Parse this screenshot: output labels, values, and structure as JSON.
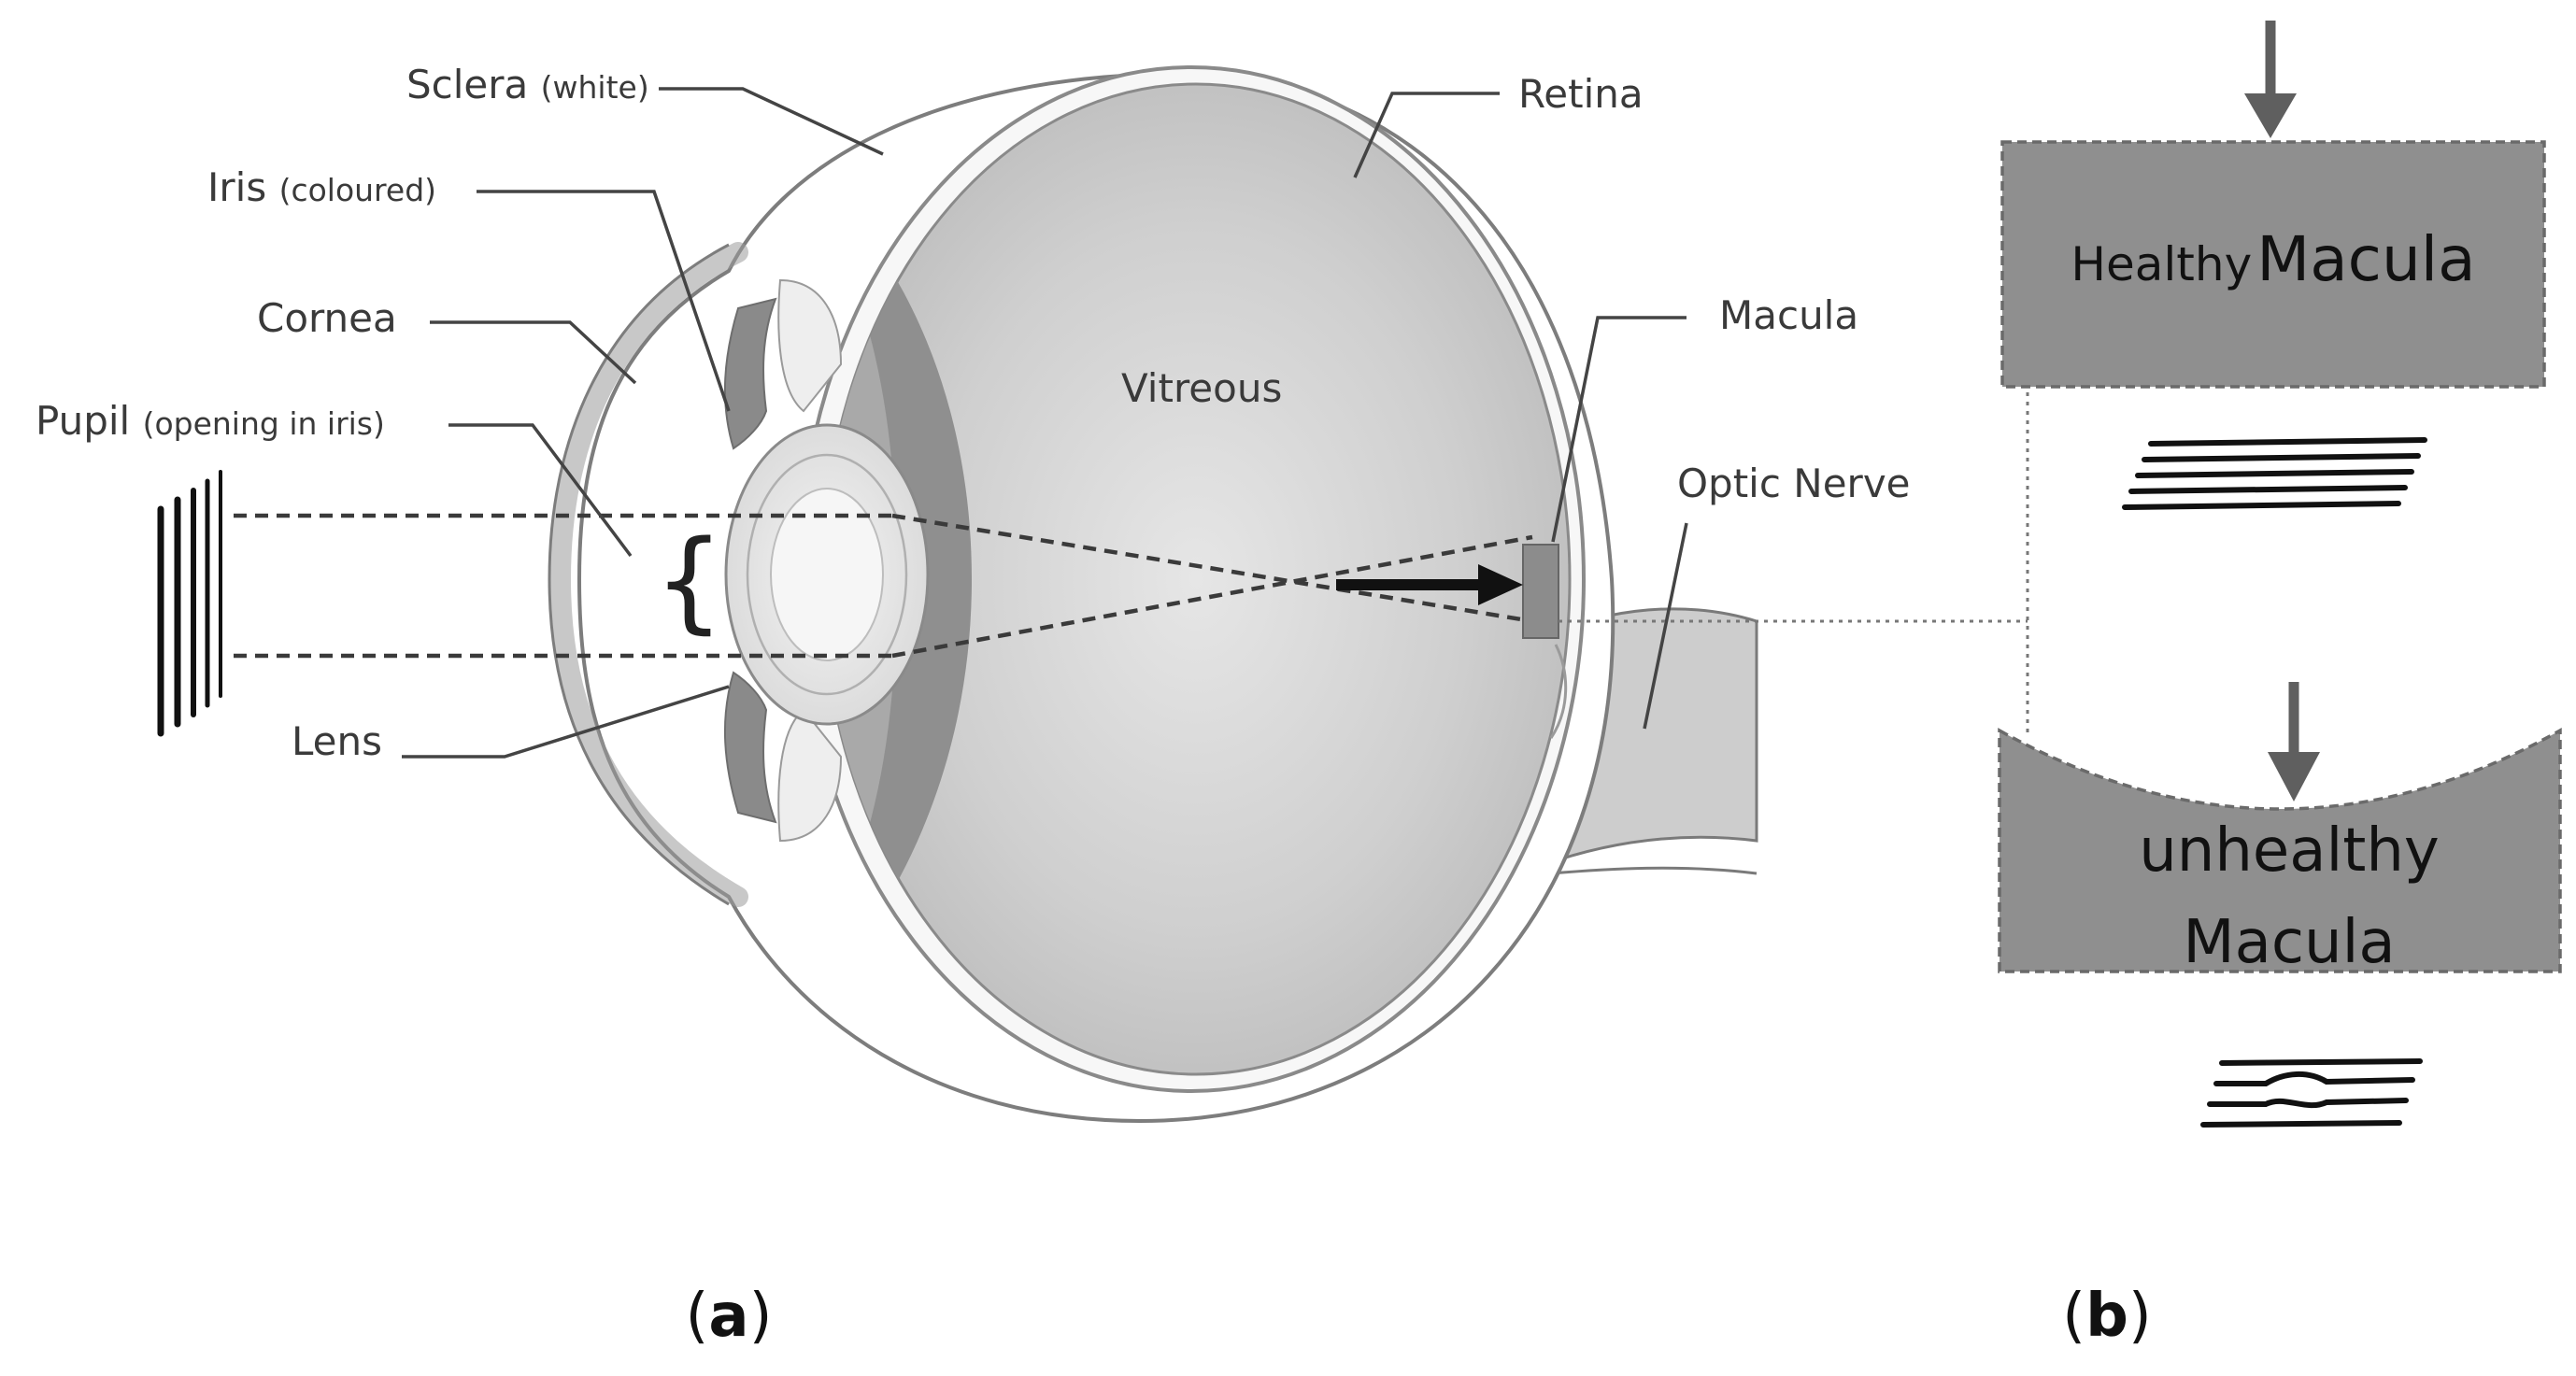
{
  "panel_a": {
    "letter": "a",
    "labels": {
      "sclera": "Sclera",
      "sclera_note": "(white)",
      "iris": "Iris",
      "iris_note": "(coloured)",
      "cornea": "Cornea",
      "pupil": "Pupil",
      "pupil_note": "(opening in iris)",
      "lens": "Lens",
      "vitreous": "Vitreous",
      "retina": "Retina",
      "macula": "Macula",
      "optic_nerve": "Optic Nerve"
    }
  },
  "panel_b": {
    "letter": "b",
    "healthy": {
      "word1": "Healthy",
      "word2": "Macula"
    },
    "unhealthy": {
      "line1": "unhealthy",
      "line2": "Macula"
    }
  },
  "colors": {
    "eye_fill": "#c9c9c9",
    "vitreous_dark": "#8c8c8c",
    "sclera_line": "#8a8a8a",
    "box_fill": "#8f8f8f",
    "arrow": "#5f5f5f"
  }
}
